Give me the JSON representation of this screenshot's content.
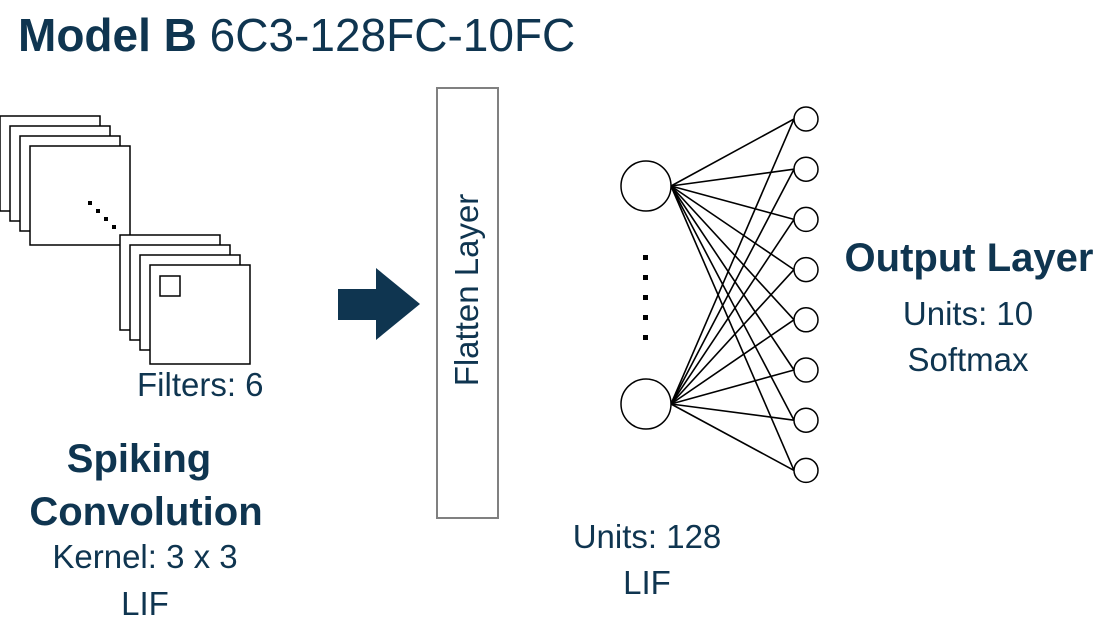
{
  "title": {
    "bold": "Model B",
    "rest": "6C3-128FC-10FC"
  },
  "conv": {
    "filters": "Filters: 6",
    "heading_line1": "Spiking",
    "heading_line2": "Convolution",
    "kernel": "Kernel: 3 x  3",
    "neuron": "LIF"
  },
  "flatten": {
    "label": "Flatten Layer"
  },
  "hidden": {
    "units": "Units: 128",
    "neuron": "LIF",
    "visible_neurons": 2
  },
  "output": {
    "heading": "Output Layer",
    "units": "Units: 10",
    "activation": "Softmax",
    "visible_neurons": 8
  },
  "colors": {
    "text": "#0f3550",
    "arrow": "#0f3550",
    "stroke": "#000000",
    "flatten_border": "#808080"
  }
}
